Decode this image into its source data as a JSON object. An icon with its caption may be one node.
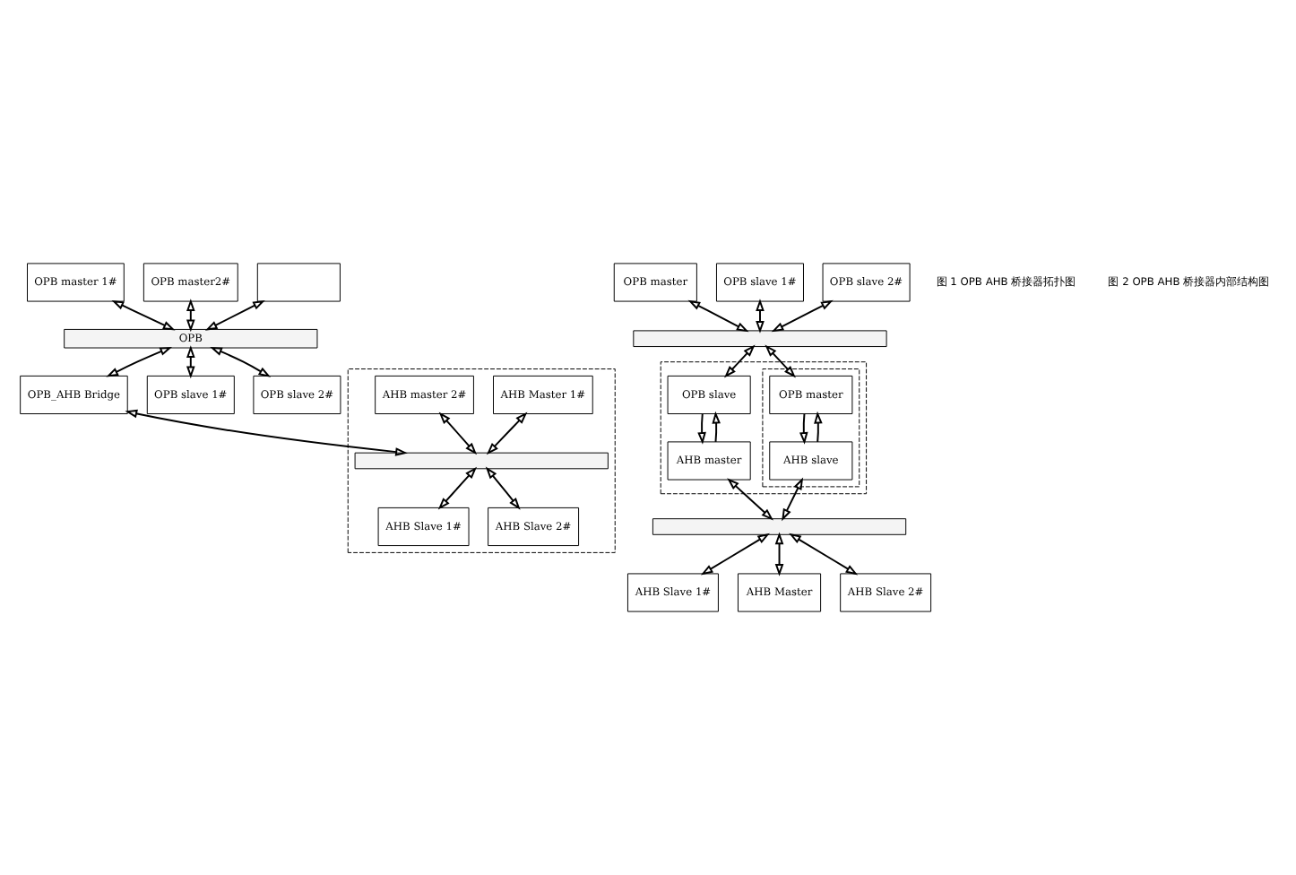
{
  "diagram": {
    "nodes": [
      {
        "text": [
          "OPB master 1#"
        ]
      },
      {
        "text": [
          "OPB master2#"
        ]
      },
      {
        "text": [],
        "shape": "box"
      },
      {
        "text": [
          "OPB"
        ]
      },
      {
        "text": [
          "OPB_AHB Bridge"
        ]
      },
      {
        "text": [
          "OPB slave 1#"
        ]
      },
      {
        "text": [
          "OPB slave 2#"
        ]
      },
      {
        "text": [],
        "shape": "box"
      },
      {
        "text": [
          "AHB Master 1#"
        ],
        "in": 7
      },
      {
        "text": [
          "AHB master 2#"
        ],
        "in": 7
      },
      {
        "text": [],
        "shape": "bar",
        "in": 7
      },
      {
        "text": [
          "AHB Slave 1#"
        ],
        "in": 7
      },
      {
        "text": [
          "AHB Slave 2#"
        ],
        "in": 7
      },
      {
        "text": [
          "OPB master"
        ]
      },
      {
        "text": [
          "OPB slave 1#"
        ]
      },
      {
        "text": [
          "OPB slave 2#"
        ]
      },
      {
        "text": [],
        "shape": "bar"
      },
      {
        "text": [],
        "shape": "box"
      },
      {
        "text": [],
        "shape": "box",
        "in": 17
      },
      {
        "text": [
          "OPB master"
        ],
        "in": 18
      },
      {
        "text": [
          "AHB slave"
        ],
        "in": 18
      },
      {
        "text": [
          "OPB slave"
        ],
        "in": 17
      },
      {
        "text": [
          "AHB master"
        ],
        "in": 17
      },
      {
        "text": [],
        "shape": "bar"
      },
      {
        "text": [
          "AHB Slave 1#"
        ]
      },
      {
        "text": [
          "AHB Master"
        ]
      },
      {
        "text": [
          "AHB Slave 2#"
        ]
      }
    ],
    "edges": [
      {
        "from": 0,
        "to": 3,
        "arrow": "both"
      },
      {
        "from": 1,
        "to": 3,
        "arrow": "both"
      },
      {
        "from": 2,
        "to": 3,
        "arrow": "both"
      },
      {
        "from": 3,
        "to": 4,
        "arrow": "both"
      },
      {
        "from": 3,
        "to": 5,
        "arrow": "both"
      },
      {
        "from": 3,
        "to": 6,
        "arrow": "both"
      },
      {
        "from": 4,
        "to": 10,
        "arrow": "both"
      },
      {
        "from": 8,
        "to": 10,
        "arrow": "both"
      },
      {
        "from": 9,
        "to": 10,
        "arrow": "both"
      },
      {
        "from": 10,
        "to": 11,
        "arrow": "both"
      },
      {
        "from": 10,
        "to": 12,
        "arrow": "both"
      },
      {
        "from": 13,
        "to": 16,
        "arrow": "both"
      },
      {
        "from": 14,
        "to": 16,
        "arrow": "both"
      },
      {
        "from": 15,
        "to": 16,
        "arrow": "both"
      },
      {
        "from": 16,
        "to": 19,
        "arrow": "both"
      },
      {
        "from": 16,
        "to": 21,
        "arrow": "both"
      },
      {
        "from": 19,
        "to": 20,
        "arrow": "to"
      },
      {
        "from": 20,
        "to": 19,
        "arrow": "to"
      },
      {
        "from": 21,
        "to": 22,
        "arrow": "to"
      },
      {
        "from": 22,
        "to": 21,
        "arrow": "to"
      },
      {
        "from": 20,
        "to": 23,
        "arrow": "both"
      },
      {
        "from": 22,
        "to": 23,
        "arrow": "both"
      },
      {
        "from": 23,
        "to": 24,
        "arrow": "both"
      },
      {
        "from": 23,
        "to": 25,
        "arrow": "both"
      },
      {
        "from": 23,
        "to": 26,
        "arrow": "both"
      }
    ],
    "labels": [
      "图 1 OPB AHB 桥接器拓扑图",
      "图 2 OPB AHB 桥接器内部结构图"
    ]
  }
}
